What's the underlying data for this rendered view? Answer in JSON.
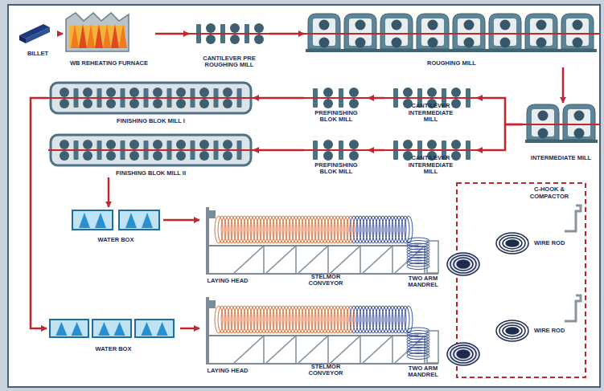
{
  "diagram": {
    "nodes": [
      {
        "text": [
          "BILLET"
        ]
      },
      {
        "text": [
          "WB REHEATING FURNACE"
        ]
      },
      {
        "text": [
          "CANTILEVER PRE ROUGHING MILL"
        ]
      },
      {
        "text": [
          "ROUGHING MILL"
        ]
      },
      {
        "text": [
          "INTERMEDIATE MILL"
        ]
      },
      {
        "text": [
          "CANTILEVER INTERMEDIATE MILL"
        ]
      },
      {
        "text": [
          "PREFINISHING BLOK MILL"
        ]
      },
      {
        "text": [
          "FINISHING BLOK MILL I"
        ]
      },
      {
        "text": [
          "CANTILEVER INTERMEDIATE MILL"
        ]
      },
      {
        "text": [
          "PREFINISHING BLOK MILL"
        ]
      },
      {
        "text": [
          "FINISHING BLOK MILL II"
        ]
      },
      {
        "text": [
          "WATER BOX"
        ]
      },
      {
        "text": [
          "LAYING HEAD"
        ]
      },
      {
        "text": [
          "STELMOR CONVEYOR"
        ]
      },
      {
        "text": [
          "TWO ARM MANDREL"
        ]
      },
      {
        "text": [
          "WIRE ROD"
        ]
      },
      {
        "text": [
          "C-HOOK & COMPACTOR"
        ]
      },
      {
        "text": [
          "WATER BOX"
        ]
      },
      {
        "text": [
          "LAYING HEAD"
        ]
      },
      {
        "text": [
          "STELMOR CONVEYOR"
        ]
      },
      {
        "text": [
          "TWO ARM MANDREL"
        ]
      },
      {
        "text": [
          "WIRE ROD"
        ]
      }
    ],
    "edges": [
      {
        "from": 0,
        "to": 1,
        "arrow": "to"
      },
      {
        "from": 1,
        "to": 2,
        "arrow": "to"
      },
      {
        "from": 2,
        "to": 3,
        "arrow": "to"
      },
      {
        "from": 3,
        "to": 4,
        "arrow": "to"
      },
      {
        "from": 4,
        "to": 5,
        "arrow": "to"
      },
      {
        "from": 4,
        "to": 8,
        "arrow": "to"
      },
      {
        "from": 5,
        "to": 6,
        "arrow": "to"
      },
      {
        "from": 6,
        "to": 7,
        "arrow": "to"
      },
      {
        "from": 8,
        "to": 9,
        "arrow": "to"
      },
      {
        "from": 9,
        "to": 10,
        "arrow": "to"
      },
      {
        "from": 10,
        "to": 11,
        "arrow": "to"
      },
      {
        "from": 7,
        "to": 17,
        "arrow": "to"
      },
      {
        "from": 11,
        "to": 12,
        "arrow": "to"
      },
      {
        "from": 17,
        "to": 18,
        "arrow": "to"
      }
    ]
  }
}
